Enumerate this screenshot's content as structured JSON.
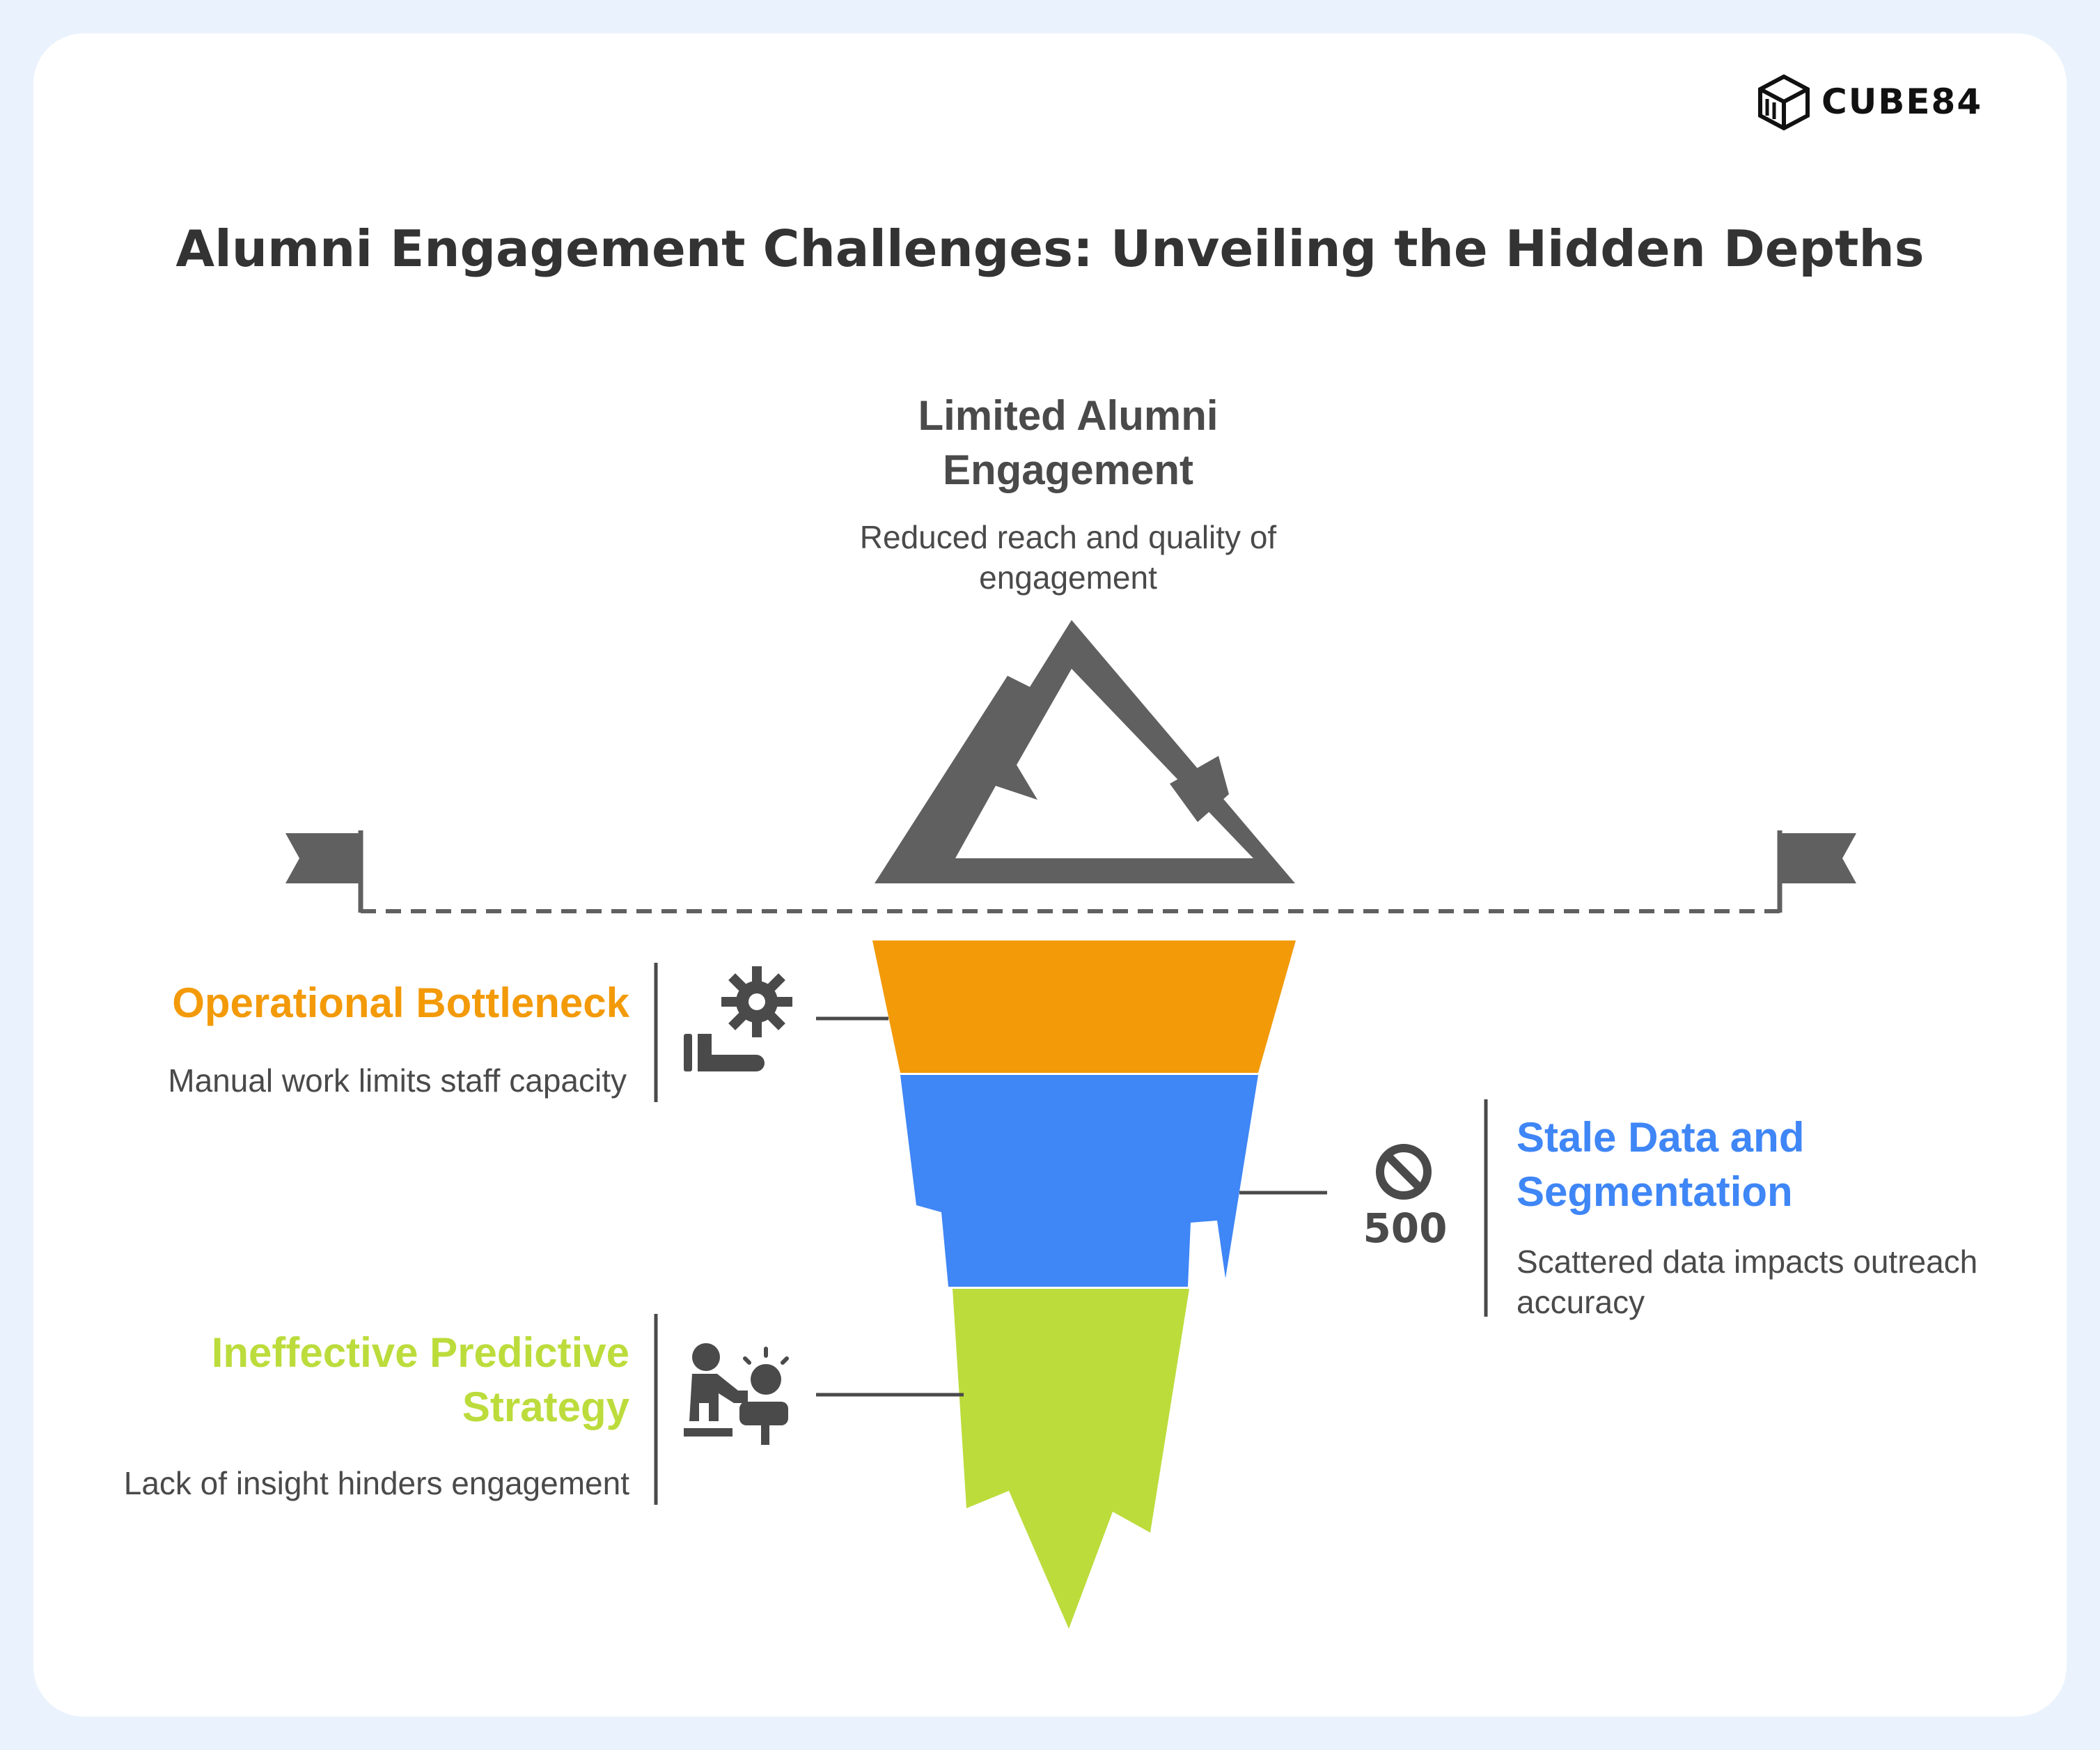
{
  "brand": {
    "name": "CUBE84"
  },
  "title": "Alumni Engagement Challenges: Unveiling the Hidden Depths",
  "surface": {
    "heading_line1": "Limited Alumni",
    "heading_line2": "Engagement",
    "desc_line1": "Reduced reach and quality of",
    "desc_line2": "engagement"
  },
  "layers": [
    {
      "heading": "Operational Bottleneck",
      "desc": "Manual work limits staff capacity",
      "color": "#f39a09",
      "icon": "hand-gear-icon"
    },
    {
      "heading_line1": "Stale Data and",
      "heading_line2": "Segmentation",
      "desc_line1": "Scattered data impacts outreach",
      "desc_line2": "accuracy",
      "color": "#3f86f6",
      "icon": "error-500-icon",
      "icon_text": "500"
    },
    {
      "heading_line1": "Ineffective Predictive",
      "heading_line2": "Strategy",
      "desc": "Lack of insight hinders engagement",
      "color": "#bcdc3c",
      "icon": "person-idea-icon"
    }
  ],
  "colors": {
    "mountain": "#606060",
    "text": "#4a4a4a",
    "background": "#eaf3fd"
  }
}
